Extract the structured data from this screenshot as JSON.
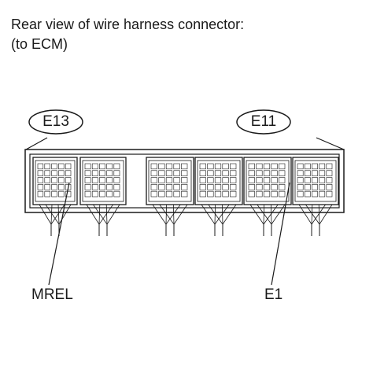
{
  "caption": {
    "line1": "Rear view of wire harness connector:",
    "line2": "(to ECM)"
  },
  "connectors": {
    "left": "E13",
    "right": "E11"
  },
  "pins": {
    "mrel": "MREL",
    "e1": "E1"
  },
  "colors": {
    "line": "#1a1a1a",
    "background": "#ffffff"
  }
}
